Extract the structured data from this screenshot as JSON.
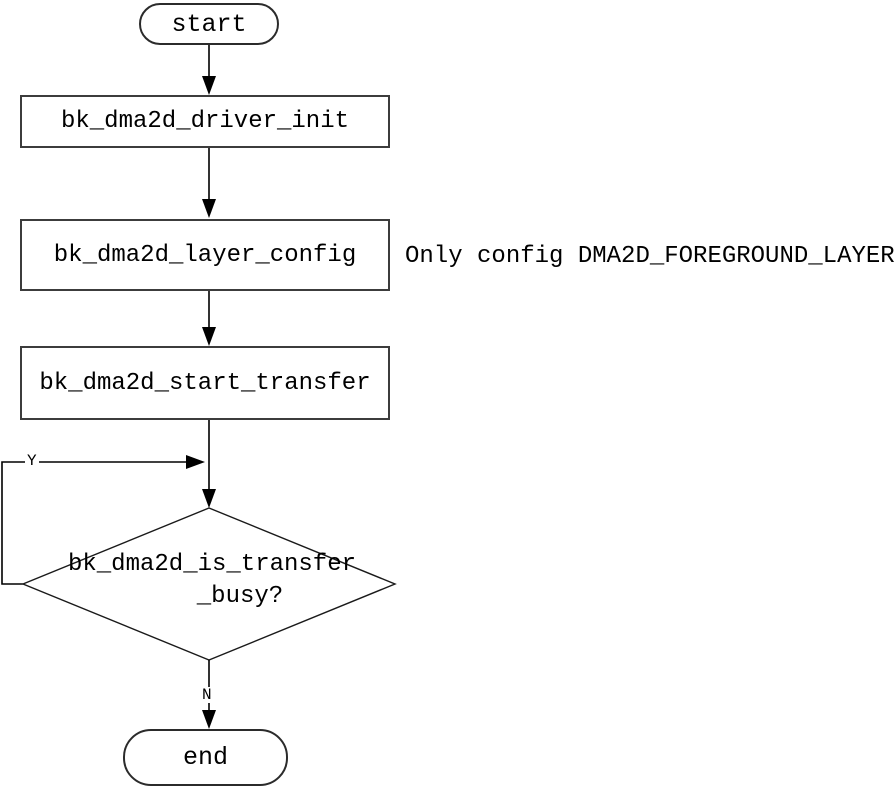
{
  "flowchart": {
    "start": {
      "label": "start"
    },
    "boxes": [
      {
        "id": "driver-init",
        "label": "bk_dma2d_driver_init"
      },
      {
        "id": "layer-config",
        "label": "bk_dma2d_layer_config"
      },
      {
        "id": "start-transfer",
        "label": "bk_dma2d_start_transfer"
      }
    ],
    "note": "Only config DMA2D_FOREGROUND_LAYER",
    "decision": {
      "line1": "bk_dma2d_is_transfer",
      "line2": "_busy?",
      "yes_label": "Y",
      "no_label": "N"
    },
    "end": {
      "label": "end"
    },
    "colors": {
      "background": "#ffffff",
      "line": "#000000",
      "box_border": "#3c3c3c",
      "text": "#000000"
    }
  }
}
